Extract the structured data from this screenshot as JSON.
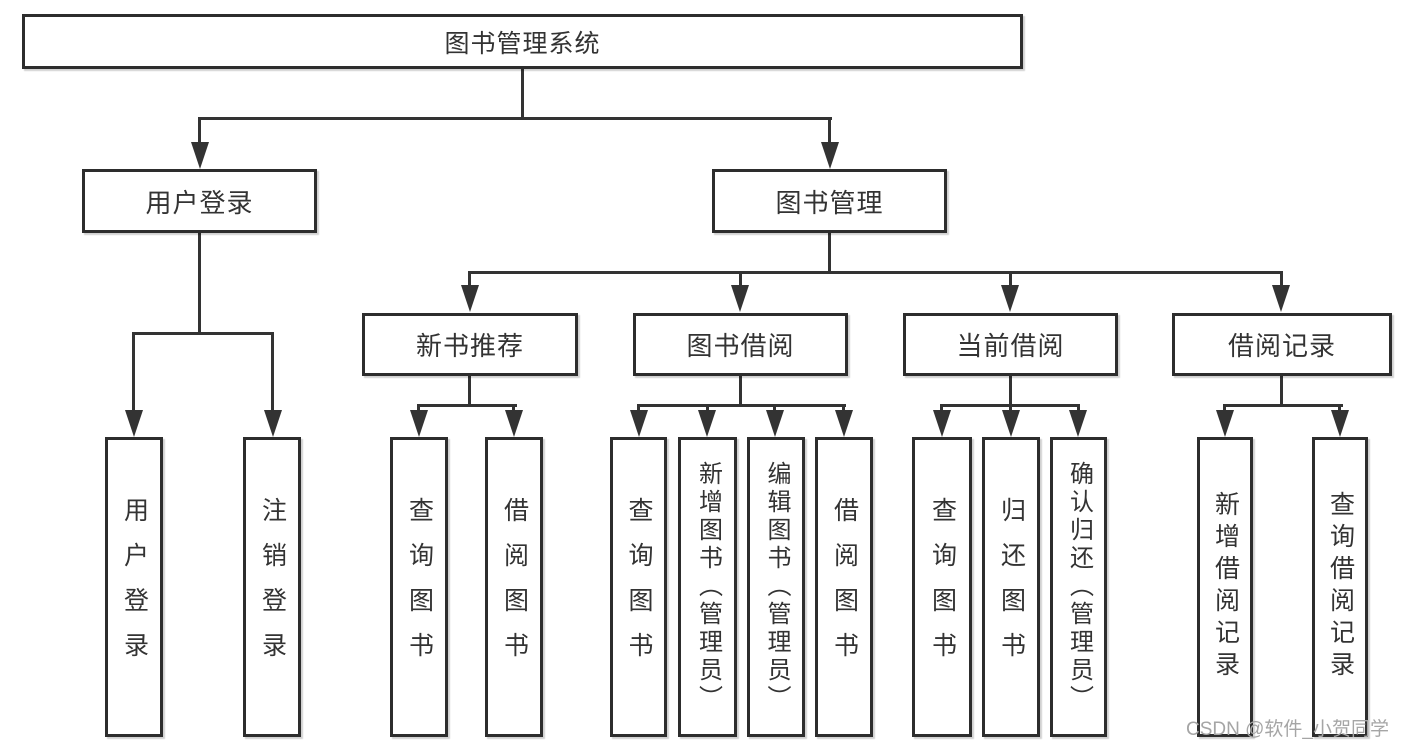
{
  "tree": {
    "label": "图书管理系统",
    "children": [
      {
        "label": "用户登录",
        "children": [
          {
            "label": "用户登录"
          },
          {
            "label": "注销登录"
          }
        ]
      },
      {
        "label": "图书管理",
        "children": [
          {
            "label": "新书推荐",
            "children": [
              {
                "label": "查询图书"
              },
              {
                "label": "借阅图书"
              }
            ]
          },
          {
            "label": "图书借阅",
            "children": [
              {
                "label": "查询图书"
              },
              {
                "label": "新增图书（管理员）"
              },
              {
                "label": "编辑图书（管理员）"
              },
              {
                "label": "借阅图书"
              }
            ]
          },
          {
            "label": "当前借阅",
            "children": [
              {
                "label": "查询图书"
              },
              {
                "label": "归还图书"
              },
              {
                "label": "确认归还（管理员）"
              }
            ]
          },
          {
            "label": "借阅记录",
            "children": [
              {
                "label": "新增借阅记录"
              },
              {
                "label": "查询借阅记录"
              }
            ]
          }
        ]
      }
    ]
  },
  "watermark": {
    "text": "CSDN @软件_小贺同学"
  },
  "colors": {
    "line": "#333333",
    "box_border": "#2d2d2d",
    "box_background": "#ffffff",
    "text": "#333333",
    "watermark": "#a5a5a5"
  },
  "icons": {
    "arrow_down": "solid-triangle-down"
  }
}
